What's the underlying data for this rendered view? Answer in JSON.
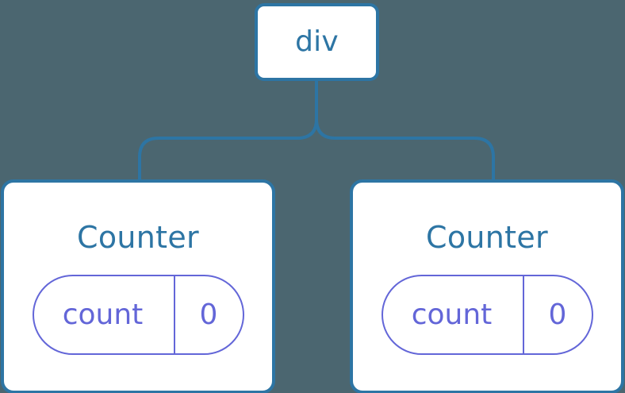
{
  "diagram": {
    "type": "component-tree",
    "background_color": "#4b6670",
    "node_border_color": "#2d75a4",
    "node_fill_color": "#ffffff",
    "node_label_color": "#2d75a4",
    "state_pill_color": "#6366d8",
    "connector_color": "#2d75a4",
    "root": {
      "label": "div"
    },
    "children": [
      {
        "label": "Counter",
        "state": {
          "key": "count",
          "value": "0"
        }
      },
      {
        "label": "Counter",
        "state": {
          "key": "count",
          "value": "0"
        }
      }
    ]
  }
}
